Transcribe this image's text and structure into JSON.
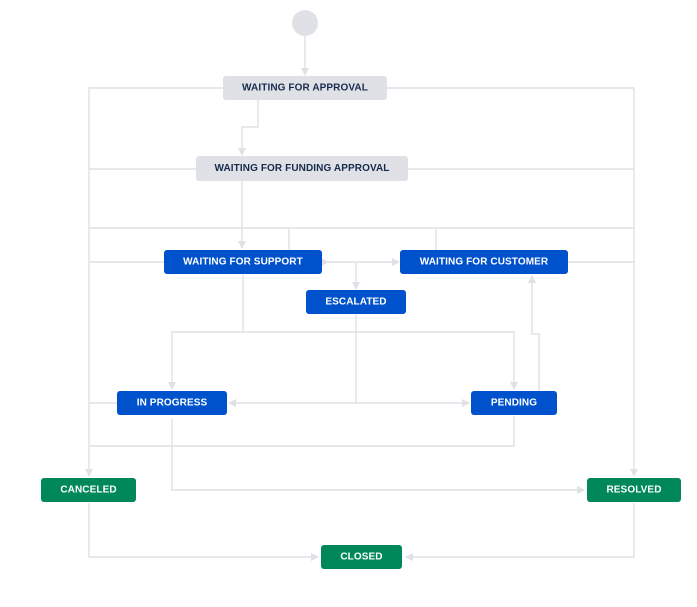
{
  "colors": {
    "start": "#dfe1e6",
    "todo_fill": "#dfe1e6",
    "todo_text": "#172b4d",
    "in_progress_fill": "#0052cc",
    "done_fill": "#00875a",
    "node_text_light": "#ffffff",
    "edge": "#dfe1e6"
  },
  "statuses": {
    "waiting_for_approval": "WAITING FOR APPROVAL",
    "waiting_for_funding_approval": "WAITING FOR FUNDING APPROVAL",
    "waiting_for_support": "WAITING FOR SUPPORT",
    "waiting_for_customer": "WAITING FOR CUSTOMER",
    "escalated": "ESCALATED",
    "in_progress": "IN PROGRESS",
    "pending": "PENDING",
    "canceled": "CANCELED",
    "resolved": "RESOLVED",
    "closed": "CLOSED"
  }
}
